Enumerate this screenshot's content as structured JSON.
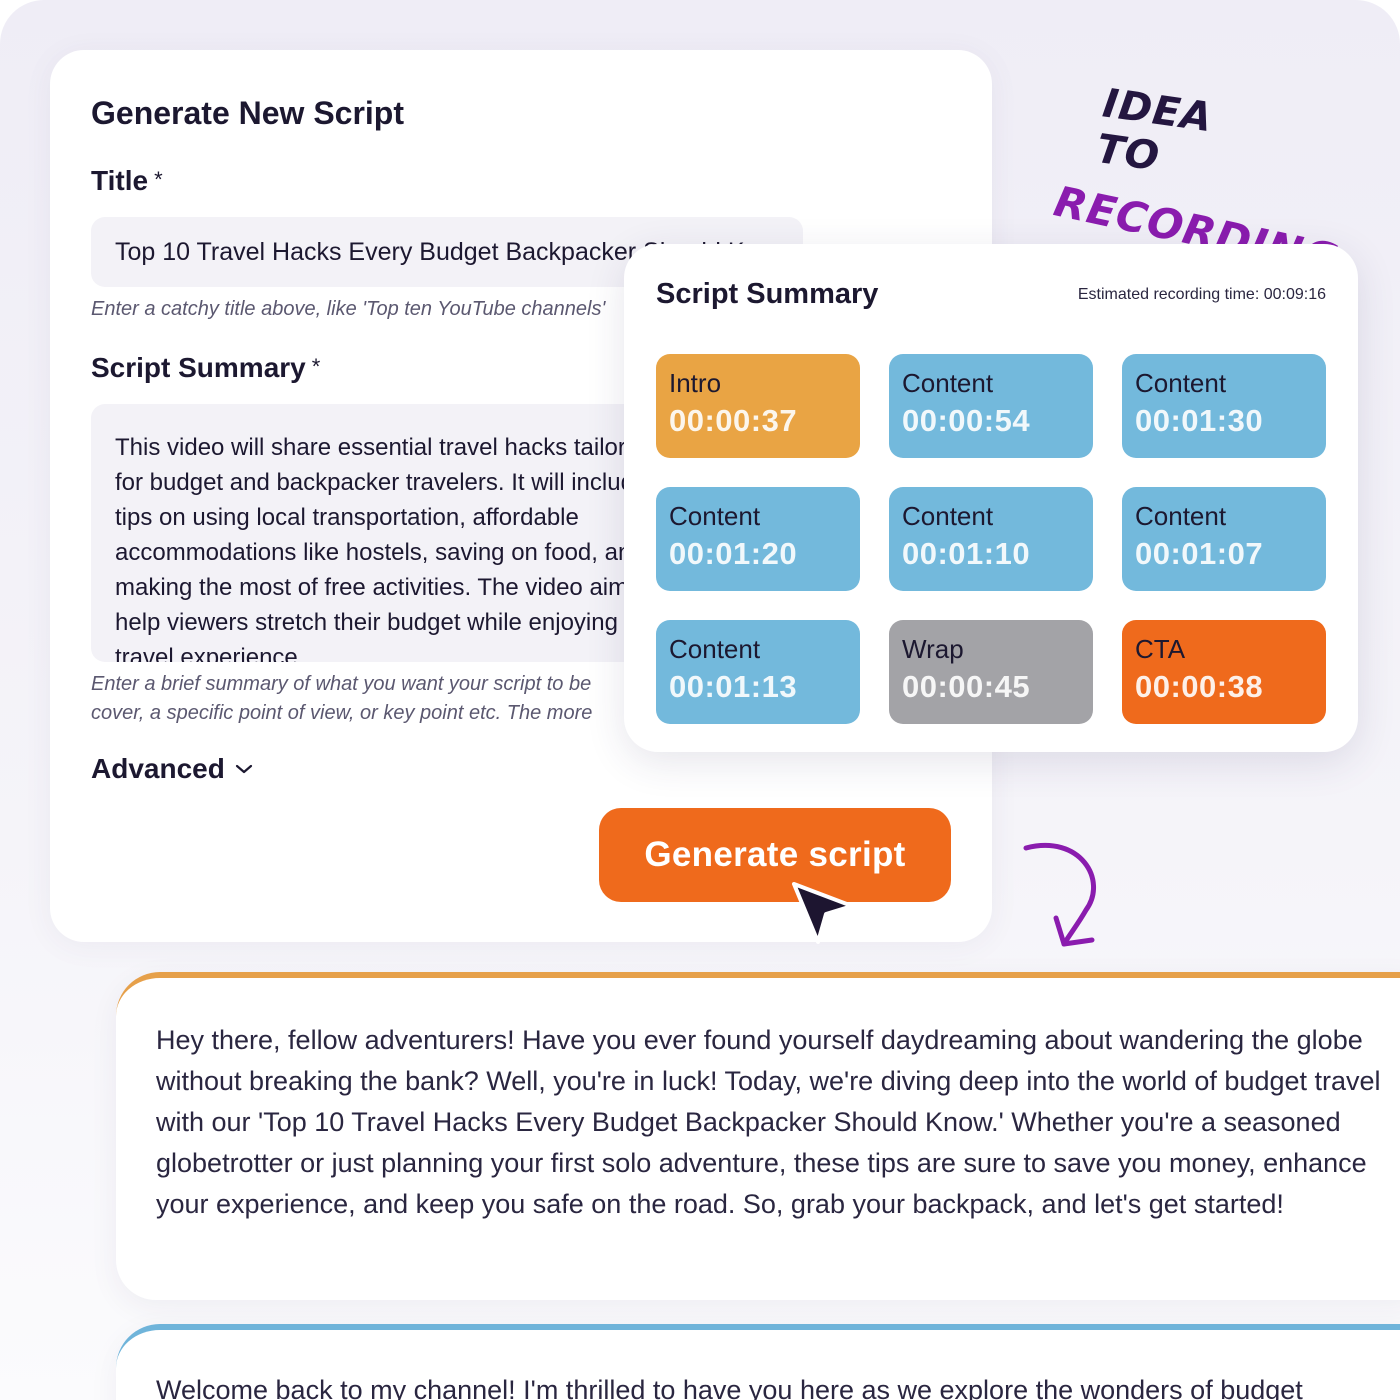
{
  "form": {
    "heading": "Generate New Script",
    "title_label": "Title",
    "required_mark": "*",
    "title_value": "Top 10 Travel Hacks Every Budget Backpacker Should Know",
    "title_hint": "Enter a catchy title above, like 'Top ten YouTube channels'",
    "summary_label": "Script Summary",
    "summary_text": "This video will share essential travel hacks tailored for budget and backpacker travelers. It will include tips on using local transportation, affordable accommodations like hostels, saving on food, and making the most of free activities. The video aims to help viewers stretch their budget while enjoying a rich travel experience.",
    "summary_hint_line1": "Enter a brief summary of what you want your script to be",
    "summary_hint_line2": "cover, a specific point of view, or key point etc. The more",
    "advanced_label": "Advanced",
    "generate_button": "Generate script"
  },
  "note": {
    "line1": "IDEA TO",
    "line2": "RECORDING"
  },
  "summary_panel": {
    "title": "Script Summary",
    "estimated_time": "Estimated recording time: 00:09:16",
    "segments": [
      {
        "label": "Intro",
        "time": "00:00:37",
        "color": "#e9a444"
      },
      {
        "label": "Content",
        "time": "00:00:54",
        "color": "#73b9dc"
      },
      {
        "label": "Content",
        "time": "00:01:30",
        "color": "#73b9dc"
      },
      {
        "label": "Content",
        "time": "00:01:20",
        "color": "#73b9dc"
      },
      {
        "label": "Content",
        "time": "00:01:10",
        "color": "#73b9dc"
      },
      {
        "label": "Content",
        "time": "00:01:07",
        "color": "#73b9dc"
      },
      {
        "label": "Content",
        "time": "00:01:13",
        "color": "#73b9dc"
      },
      {
        "label": "Wrap",
        "time": "00:00:45",
        "color": "#a3a3a7"
      },
      {
        "label": "CTA",
        "time": "00:00:38",
        "color": "#ef6a1c"
      }
    ]
  },
  "output": {
    "card1_text": "Hey there, fellow adventurers! Have you ever found yourself daydreaming about wandering the globe without breaking the bank? Well, you're in luck! Today, we're diving deep into the world of budget travel with our 'Top 10 Travel Hacks Every Budget Backpacker Should Know.' Whether you're a seasoned globetrotter or just planning your first solo adventure, these tips are sure to save you money, enhance your experience, and keep you safe on the road. So, grab your backpack, and let's get started!",
    "card1_accent": "#e6a04a",
    "card2_text": "Welcome back to my channel! I'm thrilled to have you here as we explore the wonders of budget",
    "card2_accent": "#6fb4da"
  },
  "icons": {
    "advanced": "chevron-down-icon",
    "pointer": "cursor-arrow-icon",
    "doodle": "curved-arrow-icon"
  }
}
